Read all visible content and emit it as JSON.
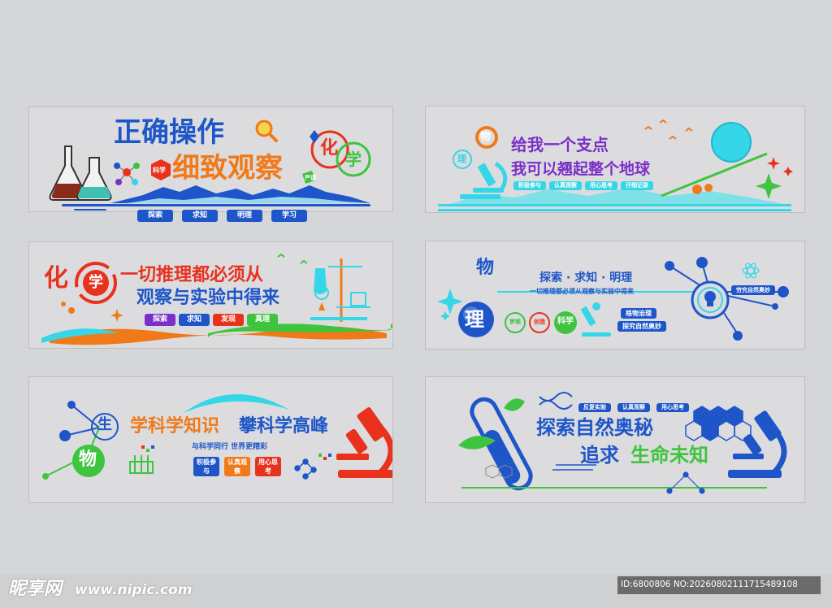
{
  "panel1": {
    "title_top": "正确操作",
    "title_bottom": "细致观察",
    "circle_hua": "化",
    "circle_xue": "学",
    "hex_label": "科学",
    "small_label": "严谨",
    "pills": [
      "探索",
      "求知",
      "明理",
      "学习"
    ]
  },
  "panel2": {
    "circle_wu": "物",
    "circle_li": "理",
    "line1": "给我一个支点",
    "line2": "我可以翘起整个地球",
    "pills": [
      "积极参与",
      "认真观察",
      "用心思考",
      "仔细记录"
    ]
  },
  "panel3": {
    "hua": "化",
    "xue": "学",
    "line1": "一切推理都必须从",
    "line2": "观察与实验中得来",
    "pills": [
      "探索",
      "求知",
      "发现",
      "真理"
    ]
  },
  "panel4": {
    "wu": "物",
    "li": "理",
    "headline": "探索 · 求知 · 明理",
    "subline": "一切推理都必须从观察与实验中得来",
    "circles": [
      "梦想",
      "创造",
      "科学"
    ],
    "right_label": "穷究自然奥妙",
    "mid_labels": [
      "格物治理",
      "探究自然奥妙"
    ]
  },
  "panel5": {
    "sheng": "生",
    "wu": "物",
    "line1a": "学科学知识",
    "line1b": "攀科学高峰",
    "subline": "与科学同行 世界更精彩",
    "boxes": [
      "积极参与",
      "认真观察",
      "用心思考"
    ]
  },
  "panel6": {
    "pills": [
      "反复实验",
      "认真观察",
      "用心思考"
    ],
    "line1": "探索自然奥秘",
    "line2a": "追求",
    "line2b": "生命未知"
  },
  "footer": {
    "logo": "昵享网",
    "url": "www.nipic.com",
    "id": "ID:6800806 NO:20260802111715489108"
  },
  "colors": {
    "blue": "#1e56c9",
    "orange": "#f07a1a",
    "green": "#3ec43e",
    "red": "#e8321e",
    "cyan": "#35d6e8",
    "purple": "#7a2fc7",
    "lightblue": "#9ad5f2"
  }
}
